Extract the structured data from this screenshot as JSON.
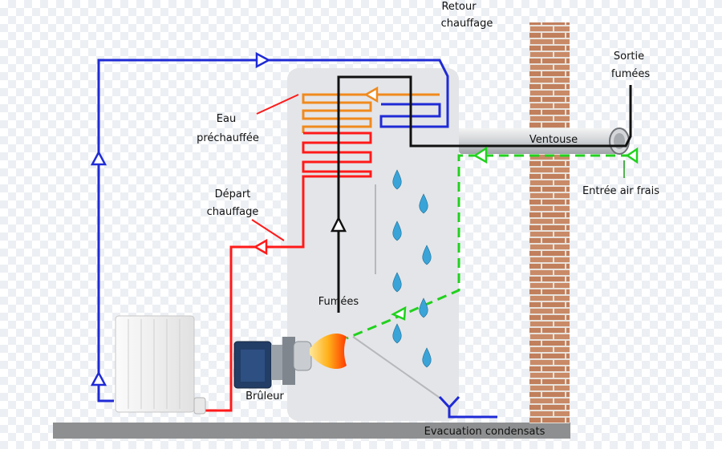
{
  "labels": {
    "retour_line1": "Retour",
    "retour_line2": "chauffage",
    "sortie_line1": "Sortie",
    "sortie_line2": "fumées",
    "eau_line1": "Eau",
    "eau_line2": "préchauffée",
    "ventouse": "Ventouse",
    "entree_air": "Entrée air frais",
    "depart_line1": "Départ",
    "depart_line2": "chauffage",
    "fumees": "Fumées",
    "bruleur": "Brûleur",
    "evacuation": "Evacuation condensats"
  },
  "colors": {
    "hot_water": "#ff1a1a",
    "cold_water": "#1f2bd6",
    "preheated": "#f08a1e",
    "fumes": "#111111",
    "fresh_air": "#22d11f",
    "boiler_body": "#e4e5e8",
    "brick": "#c98a67",
    "droplet": "#3aa4d8"
  },
  "icons": [
    "radiator-icon",
    "burner-icon",
    "flame-icon",
    "brick-wall-icon",
    "water-droplet-icon",
    "drain-icon"
  ]
}
